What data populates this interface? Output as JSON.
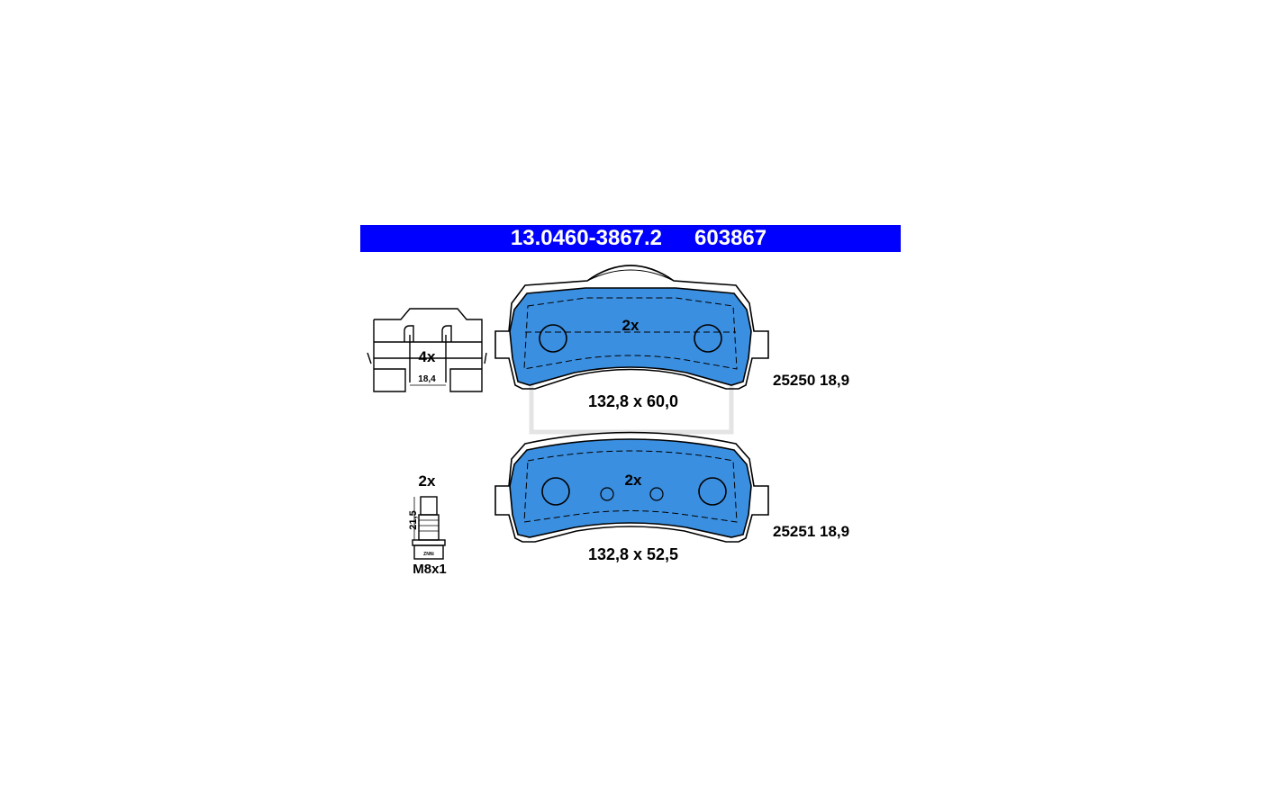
{
  "header": {
    "part_number": "13.0460-3867.2",
    "code": "603867",
    "bar_color": "#0000ff"
  },
  "clip": {
    "quantity": "4x",
    "width_dim": "18,4"
  },
  "bolt": {
    "quantity": "2x",
    "length_dim": "21,5",
    "thread": "M8x1",
    "marking": "ZNNi"
  },
  "pad_top": {
    "quantity": "2x",
    "dimensions": "132,8 x 60,0",
    "wva_thickness": "25250 18,9",
    "lining_color": "#3b8fe0"
  },
  "pad_bottom": {
    "quantity": "2x",
    "dimensions": "132,8 x 52,5",
    "wva_thickness": "25251 18,9",
    "lining_color": "#3b8fe0"
  }
}
